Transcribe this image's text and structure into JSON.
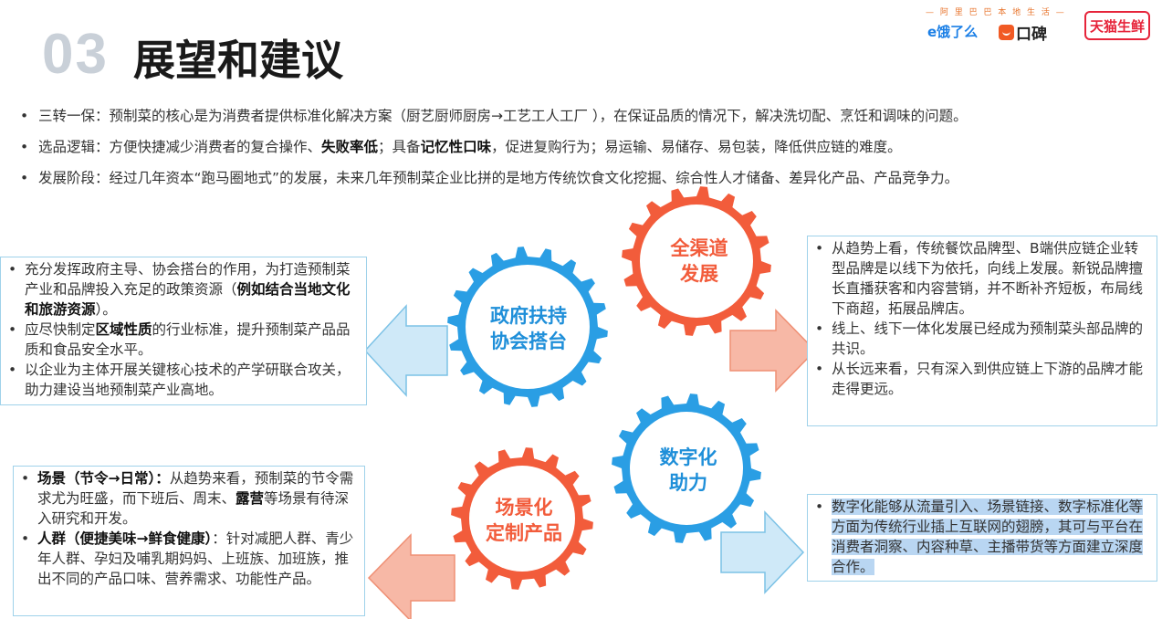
{
  "header": {
    "section_number": "03",
    "title": "展望和建议"
  },
  "logos": {
    "tagline": "— 阿 里 巴 巴 本 地 生 活 —",
    "eleme": "e饿了么",
    "koubei": "口碑",
    "tmall": "天猫生鲜"
  },
  "bullets": [
    {
      "label": "三转一保：",
      "text": "预制菜的核心是为消费者提供标准化解决方案（厨艺厨师厨房→工艺工人工厂 ），在保证品质的情况下，解决洗切配、烹饪和调味的问题。"
    },
    {
      "label": "选品逻辑：",
      "pre": "方便快捷减少消费者的复合操作、",
      "strong1": "失败率低",
      "mid": "；具备",
      "strong2": "记忆性口味",
      "post": "，促进复购行为；易运输、易储存、易包装，降低供应链的难度。"
    },
    {
      "label": "发展阶段：",
      "text": "经过几年资本“跑马圈地式”的发展，未来几年预制菜企业比拼的是地方传统饮食文化挖掘、综合性人才储备、差异化产品、产品竞争力。"
    }
  ],
  "gears": {
    "government": "政府扶持协会搭台",
    "government_l1": "政府扶持",
    "government_l2": "协会搭台",
    "channel_l1": "全渠道",
    "channel_l2": "发展",
    "digital_l1": "数字化",
    "digital_l2": "助力",
    "scene_l1": "场景化",
    "scene_l2": "定制产品"
  },
  "left_top": {
    "item1_pre": "充分发挥政府主导、协会搭台的作用，为打造预制菜产业和品牌投入充足的政策资源（",
    "item1_strong": "例如结合当地文化和旅游资源",
    "item1_post": "）。",
    "item2_pre": "应尽快制定",
    "item2_strong": "区域性质",
    "item2_post": "的行业标准，提升预制菜产品品质和食品安全水平。",
    "item3": "以企业为主体开展关键核心技术的产学研联合攻关，助力建设当地预制菜产业高地。"
  },
  "right_top": {
    "item1": "从趋势上看，传统餐饮品牌型、B端供应链企业转型品牌是以线下为依托，向线上发展。新锐品牌擅长直播获客和内容营销，并不断补齐短板，布局线下商超，拓展品牌店。",
    "item2": "线上、线下一体化发展已经成为预制菜头部品牌的共识。",
    "item3": "从长远来看，只有深入到供应链上下游的品牌才能走得更远。"
  },
  "left_bottom": {
    "item1_strong": "场景（节令→日常）：",
    "item1_pre": "从趋势来看，预制菜的节令需求尤为旺盛，而下班后、周末、",
    "item1_strong2": "露营",
    "item1_post": "等场景有待深入研究和开发。",
    "item2_strong": "人群（便捷美味→鲜食健康）",
    "item2_post": "：针对减肥人群、青少年人群、孕妇及哺乳期妈妈、上班族、加班族，推出不同的产品口味、营养需求、功能性产品。"
  },
  "right_bottom": {
    "item1": "数字化能够从流量引入、场景链接、数字标准化等方面为传统行业插上互联网的翅膀，其可与平台在消费者洞察、内容种草、主播带货等方面建立深度合作。"
  },
  "colors": {
    "orange": "#f25c3b",
    "blue": "#2a9ee4",
    "box_border": "#9fd2ea",
    "highlight": "#b9d6f2"
  }
}
